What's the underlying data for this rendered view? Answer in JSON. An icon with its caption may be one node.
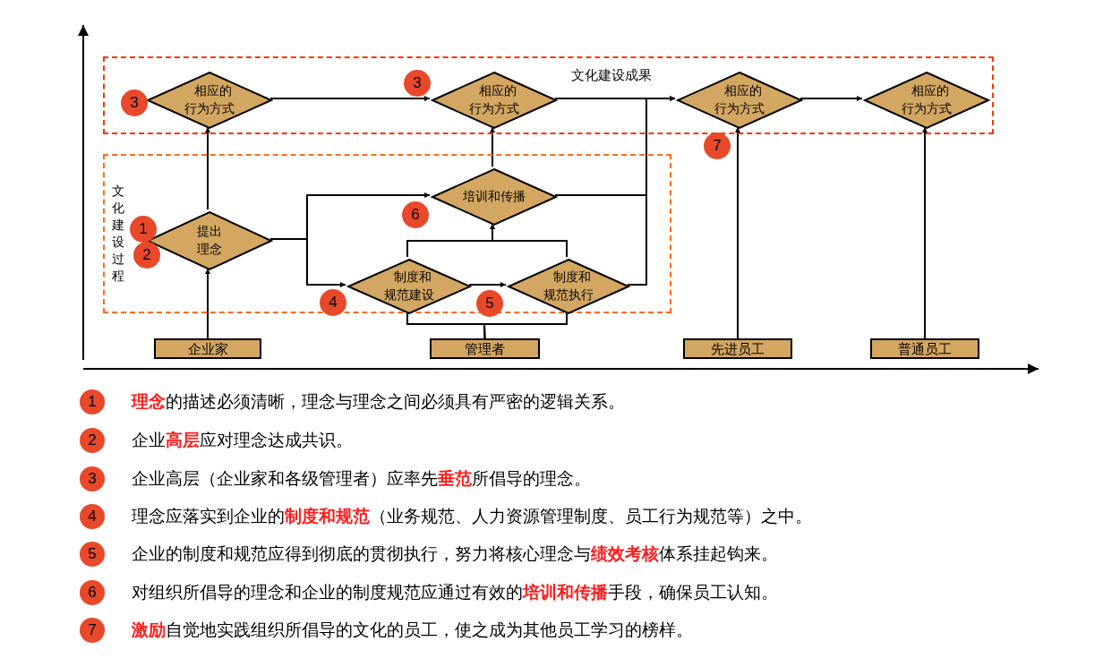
{
  "diagram": {
    "nodes": [
      {
        "text": [
          "文化建设成果"
        ]
      },
      {
        "text": [
          "文化建设过程"
        ]
      },
      {
        "text": [
          "相应的行为方式"
        ],
        "in": 0
      },
      {
        "text": [
          "相应的行为方式"
        ],
        "in": 0
      },
      {
        "text": [
          "相应的行为方式"
        ],
        "in": 0
      },
      {
        "text": [
          "相应的行为方式"
        ],
        "in": 0
      },
      {
        "text": [
          "提出理念"
        ],
        "in": 1
      },
      {
        "text": [
          "培训和传播"
        ],
        "in": 1
      },
      {
        "text": [
          "制度和规范建设"
        ],
        "in": 1
      },
      {
        "text": [
          "制度和规范执行"
        ],
        "in": 1
      },
      {
        "text": [
          "企业家"
        ]
      },
      {
        "text": [
          "管理者"
        ]
      },
      {
        "text": [
          "先进员工"
        ]
      },
      {
        "text": [
          "普通员工"
        ]
      },
      {
        "text": [
          "3"
        ],
        "in": 0
      },
      {
        "text": [
          "3"
        ],
        "in": 0
      },
      {
        "text": [
          "1"
        ],
        "in": 1
      },
      {
        "text": [
          "2"
        ],
        "in": 1
      },
      {
        "text": [
          "6"
        ],
        "in": 1
      },
      {
        "text": [
          "4"
        ],
        "in": 1
      },
      {
        "text": [
          "5"
        ],
        "in": 1
      },
      {
        "text": [
          "7"
        ]
      },
      {
        "text": [
          "1"
        ],
        "beside": [
          "**理念**的描述必须清晰，理念与理念之间必须具有严密的逻辑关系。"
        ]
      },
      {
        "text": [
          "2"
        ],
        "beside": [
          "企业**高层**应对理念达成共识。"
        ]
      },
      {
        "text": [
          "3"
        ],
        "beside": [
          "企业高层（企业家和各级管理者）应率先**垂范**所倡导的理念。"
        ]
      },
      {
        "text": [
          "4"
        ],
        "beside": [
          "理念应落实到企业的**制度和规范**（业务规范、人力资源管理制度、员工行为规范等）之中。"
        ]
      },
      {
        "text": [
          "5"
        ],
        "beside": [
          "企业的制度和规范应得到彻底的贯彻执行，努力将核心理念与**绩效考核**体系挂起钩来。"
        ]
      },
      {
        "text": [
          "6"
        ],
        "beside": [
          "对组织所倡导的理念和企业的制度规范应通过有效的**培训和传播**手段，确保员工认知。"
        ]
      },
      {
        "text": [
          "7"
        ],
        "beside": [
          "**激励**自觉地实践组织所倡导的文化的员工，使之成为其他员工学习的榜样。"
        ]
      }
    ],
    "edges": [
      {
        "from": 2,
        "to": 3,
        "arrow": "to"
      },
      {
        "from": 3,
        "to": 4,
        "arrow": "to"
      },
      {
        "from": 4,
        "to": 5,
        "arrow": "to"
      },
      {
        "from": 6,
        "to": 2,
        "arrow": "to"
      },
      {
        "from": 10,
        "to": 6,
        "arrow": "to"
      },
      {
        "from": 7,
        "to": 3,
        "arrow": "to"
      },
      {
        "from": 6,
        "to": 7,
        "arrow": "to"
      },
      {
        "from": 6,
        "to": 8,
        "arrow": "to"
      },
      {
        "from": 8,
        "to": 9,
        "arrow": "to"
      },
      {
        "from": 7,
        "to": 4,
        "arrow": "to"
      },
      {
        "from": 9,
        "to": 4,
        "arrow": "to"
      },
      {
        "from": 8,
        "to": 7,
        "arrow": "to"
      },
      {
        "from": 9,
        "to": 7,
        "arrow": "to"
      },
      {
        "from": 11,
        "to": 8,
        "arrow": "none"
      },
      {
        "from": 11,
        "to": 9,
        "arrow": "none"
      },
      {
        "from": 12,
        "to": 4,
        "arrow": "to"
      },
      {
        "from": 13,
        "to": 5,
        "arrow": "to"
      }
    ]
  }
}
